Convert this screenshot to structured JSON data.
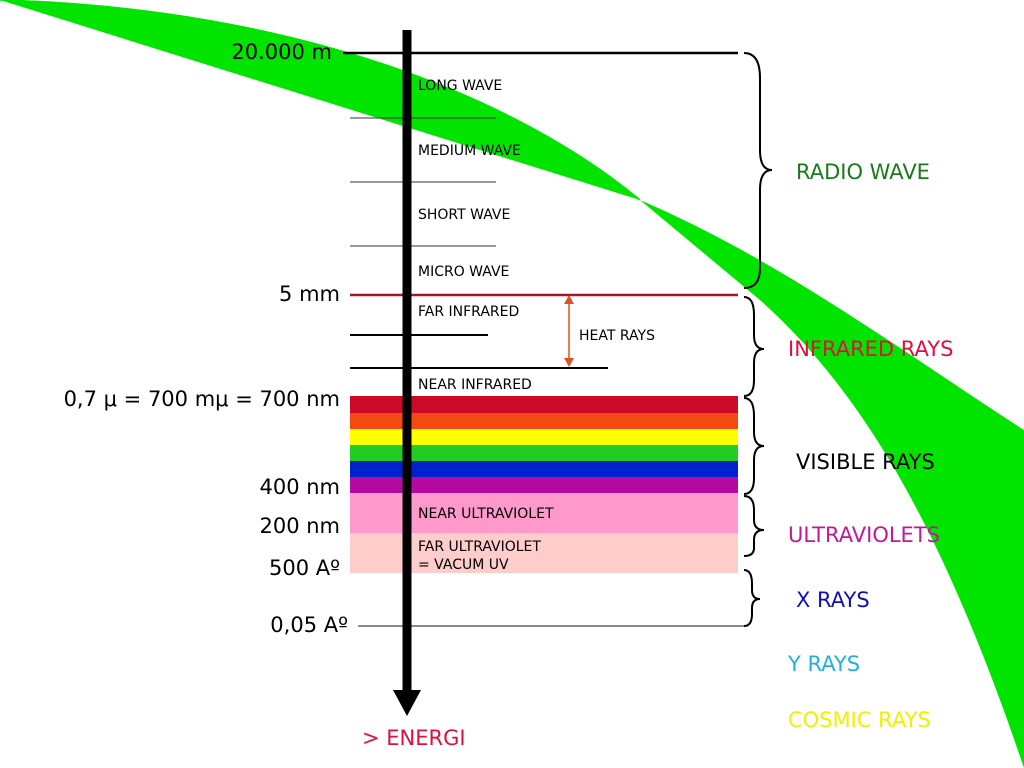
{
  "scale_labels": {
    "m20000": "20.000 m",
    "mm5": "5 mm",
    "nm700": "0,7 μ = 700 mμ = 700 nm",
    "nm400": "400 nm",
    "nm200": "200 nm",
    "a500": "500 Aº",
    "a005": "0,05 Aº"
  },
  "band_labels": {
    "long_wave": "LONG WAVE",
    "medium_wave": "MEDIUM WAVE",
    "short_wave": "SHORT WAVE",
    "micro_wave": "MICRO WAVE",
    "far_infrared": "FAR INFRARED",
    "heat_rays": "HEAT RAYS",
    "near_infrared": "NEAR INFRARED",
    "near_ultraviolet": "NEAR ULTRAVIOLET",
    "far_ultraviolet_1": "FAR ULTRAVIOLET",
    "far_ultraviolet_2": "= VACUM UV"
  },
  "categories": {
    "radio": "RADIO WAVE",
    "infrared": "INFRARED RAYS",
    "visible": "VISIBLE RAYS",
    "ultraviolet": "ULTRAVIOLETS",
    "xrays": "X RAYS",
    "yrays": "Y RAYS",
    "cosmic": "COSMIC RAYS"
  },
  "arrow_label": "> ENERGI",
  "colors": {
    "radio": "#1a7a1a",
    "infrared": "#e0103c",
    "visible": "#000000",
    "ultraviolet": "#c0189a",
    "xrays": "#1010b0",
    "yrays": "#20b0e0",
    "cosmic": "#f0f000",
    "energi": "#e0103c",
    "curve": "#00e400",
    "spectrum": [
      "#cc0a28",
      "#f24a10",
      "#ffff00",
      "#22cc22",
      "#0022cc",
      "#b40aa0"
    ],
    "near_uv_band": "#ff99cc",
    "far_uv_band": "#ffcccc"
  }
}
